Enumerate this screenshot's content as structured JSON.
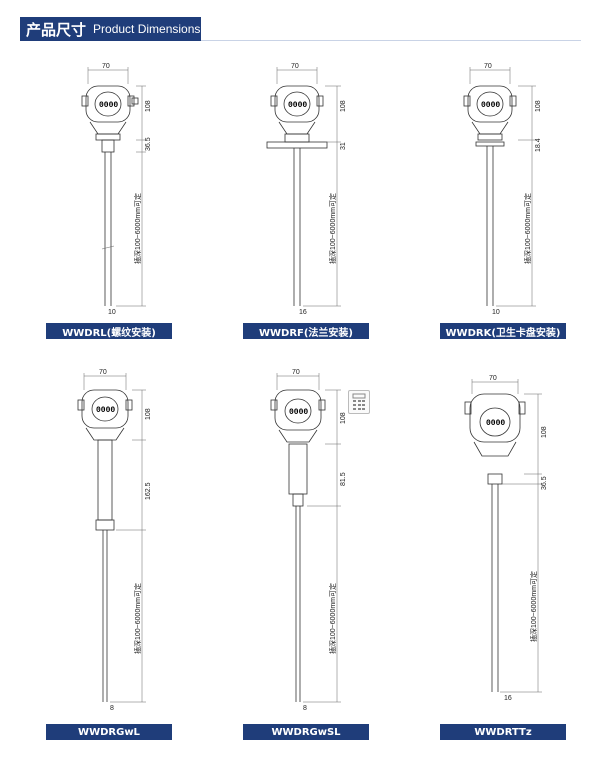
{
  "header": {
    "title_cn": "产品尺寸",
    "title_en": "Product Dimensions"
  },
  "display_text": "0000",
  "products": [
    {
      "label": "WWDRL(螺纹安装)",
      "width": "70",
      "head": "108",
      "mid": "36.5",
      "range": "插深100~6000mm可定",
      "tip": "10"
    },
    {
      "label": "WWDRF(法兰安装)",
      "width": "70",
      "head": "108",
      "mid": "31",
      "range": "插深100~6000mm可定",
      "tip": "16"
    },
    {
      "label": "WWDRK(卫生卡盘安装)",
      "width": "70",
      "head": "108",
      "mid": "18.4",
      "range": "插深100~6000mm可定",
      "tip": "10"
    },
    {
      "label": "WWDRGwL",
      "width": "70",
      "head": "108",
      "mid": "162.5",
      "range": "插深100~6000mm可定",
      "tip": "8"
    },
    {
      "label": "WWDRGwSL",
      "width": "70",
      "head": "108",
      "mid": "81.5",
      "range": "插深100~6000mm可定",
      "tip": "8"
    },
    {
      "label": "WWDRTTz",
      "width": "70",
      "head": "108",
      "mid": "36.5",
      "range": "插深100~6000mm可定",
      "tip": "16"
    }
  ]
}
